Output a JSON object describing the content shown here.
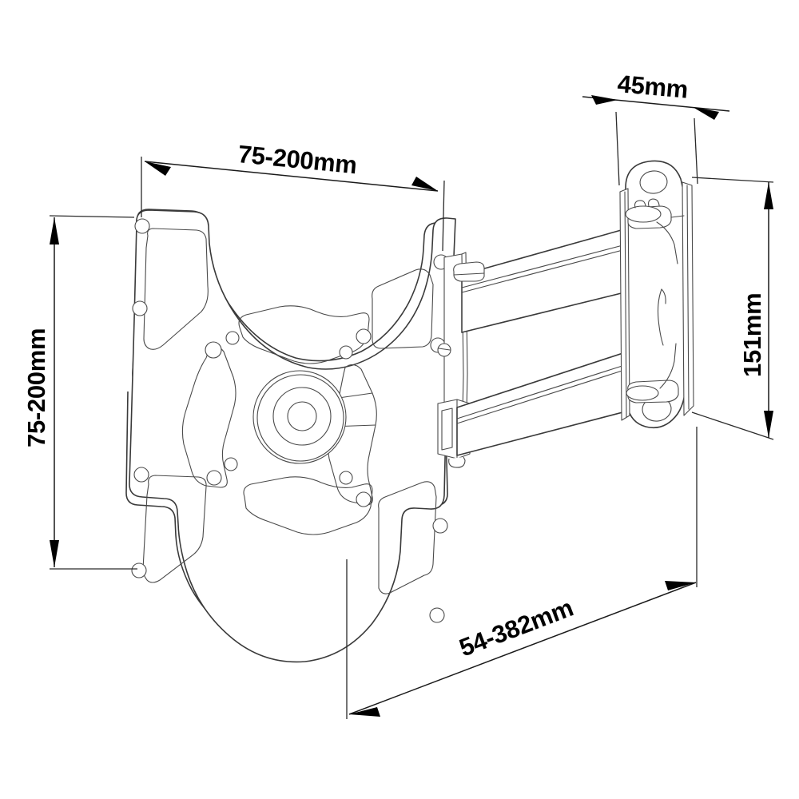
{
  "drawing": {
    "title": "TV Wall Mount Bracket Dimension Drawing",
    "type": "technical-line-drawing",
    "background_color": "#ffffff",
    "line_color": "#3a3a3a",
    "text_color": "#000000"
  },
  "dimensions": {
    "vesa_horizontal": {
      "label": "75-200mm",
      "orientation": "horizontal",
      "position": "top-left"
    },
    "vesa_vertical": {
      "label": "75-200mm",
      "orientation": "vertical-rotated",
      "position": "left"
    },
    "wall_plate_width": {
      "label": "45mm",
      "orientation": "horizontal",
      "position": "top-right"
    },
    "wall_plate_height": {
      "label": "151mm",
      "orientation": "vertical-rotated",
      "position": "right"
    },
    "extension_range": {
      "label": "54-382mm",
      "orientation": "diagonal",
      "position": "bottom-right"
    }
  },
  "parts": {
    "vesa_plate": "vesa-mounting-plate",
    "upper_arm": "upper-articulating-arm",
    "lower_arm": "lower-articulating-arm",
    "wall_plate": "wall-mounting-plate",
    "center_hub": "swivel-center-hub",
    "tilt_bracket": "tilt-bracket"
  }
}
